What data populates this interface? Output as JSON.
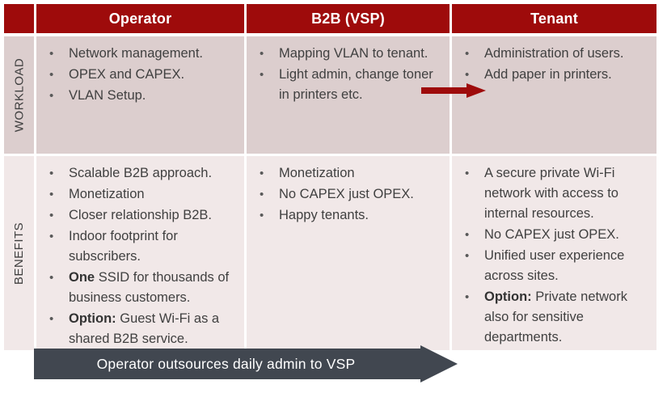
{
  "table": {
    "columns": [
      {
        "key": "corner",
        "label": ""
      },
      {
        "key": "operator",
        "label": "Operator"
      },
      {
        "key": "b2b",
        "label": "B2B (VSP)"
      },
      {
        "key": "tenant",
        "label": "Tenant"
      }
    ],
    "rows": [
      {
        "key": "workload",
        "label": "WORKLOAD",
        "operator": [
          [
            {
              "text": "Network management.",
              "bold": false
            }
          ],
          [
            {
              "text": "OPEX and CAPEX.",
              "bold": false
            }
          ],
          [
            {
              "text": "VLAN Setup.",
              "bold": false
            }
          ]
        ],
        "b2b": [
          [
            {
              "text": "Mapping VLAN to tenant.",
              "bold": false
            }
          ],
          [
            {
              "text": "Light admin, change toner in printers etc.",
              "bold": false
            }
          ]
        ],
        "tenant": [
          [
            {
              "text": "Administration of users.",
              "bold": false
            }
          ],
          [
            {
              "text": "Add paper in printers.",
              "bold": false
            }
          ]
        ]
      },
      {
        "key": "benefits",
        "label": "BENEFITS",
        "operator": [
          [
            {
              "text": "Scalable B2B approach.",
              "bold": false
            }
          ],
          [
            {
              "text": "Monetization",
              "bold": false
            }
          ],
          [
            {
              "text": "Closer relationship B2B.",
              "bold": false
            }
          ],
          [
            {
              "text": "Indoor footprint for subscribers.",
              "bold": false
            }
          ],
          [
            {
              "text": "One ",
              "bold": true
            },
            {
              "text": "SSID for thousands of business customers.",
              "bold": false
            }
          ],
          [
            {
              "text": "Option:",
              "bold": true
            },
            {
              "text": " Guest Wi-Fi as a shared B2B service.",
              "bold": false
            }
          ]
        ],
        "b2b": [
          [
            {
              "text": "Monetization",
              "bold": false
            }
          ],
          [
            {
              "text": "No CAPEX just OPEX.",
              "bold": false
            }
          ],
          [
            {
              "text": "Happy tenants.",
              "bold": false
            }
          ]
        ],
        "tenant": [
          [
            {
              "text": "A secure private Wi-Fi network with access to internal resources.",
              "bold": false
            }
          ],
          [
            {
              "text": "No CAPEX just OPEX.",
              "bold": false
            }
          ],
          [
            {
              "text": "Unified user experience across sites.",
              "bold": false
            }
          ],
          [
            {
              "text": "Option:",
              "bold": true
            },
            {
              "text": " Private network also for sensitive departments.",
              "bold": false
            }
          ]
        ]
      }
    ]
  },
  "flow_arrow": {
    "name": "b2b-to-tenant-arrow",
    "color": "#9e0b0b"
  },
  "banner": {
    "text": "Operator outsources daily admin to VSP",
    "color": "#414750",
    "text_color": "#ffffff"
  },
  "colors": {
    "header_bg": "#9e0b0b",
    "header_text": "#ffffff",
    "row_workload_bg": "#dccece",
    "row_benefits_bg": "#f1e8e8",
    "body_text": "#404040",
    "page_bg": "#ffffff",
    "accent_red": "#9e0b0b",
    "banner_gray": "#414750"
  }
}
